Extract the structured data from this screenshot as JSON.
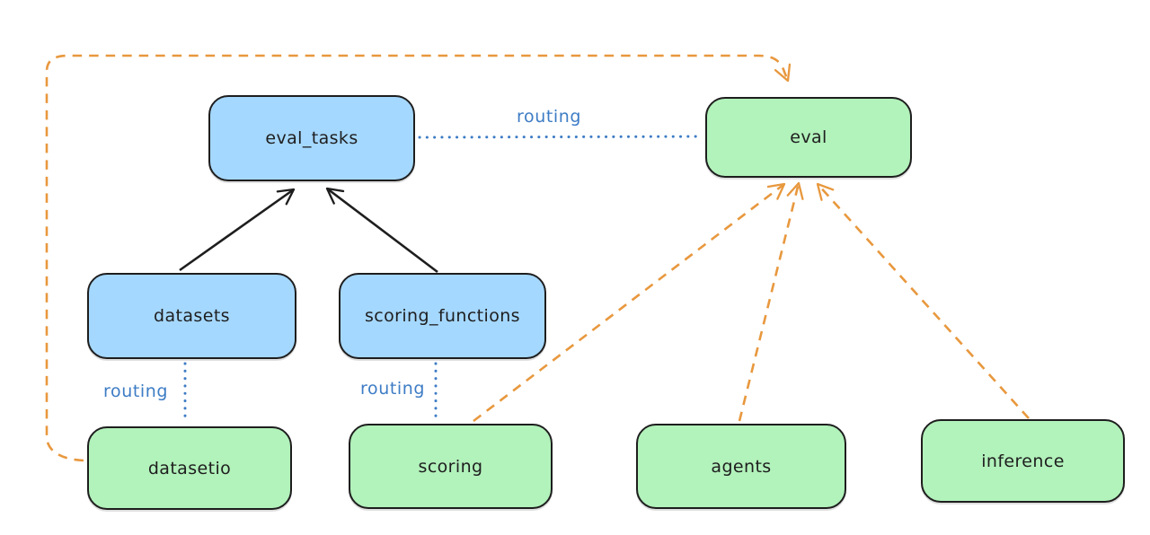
{
  "diagram": {
    "kind": "architecture-diagram",
    "nodes": [
      {
        "id": "eval_tasks",
        "label": "eval_tasks",
        "type": "resource"
      },
      {
        "id": "datasets",
        "label": "datasets",
        "type": "resource"
      },
      {
        "id": "scoring_functions",
        "label": "scoring_functions",
        "type": "resource"
      },
      {
        "id": "eval",
        "label": "eval",
        "type": "api"
      },
      {
        "id": "datasetio",
        "label": "datasetio",
        "type": "api"
      },
      {
        "id": "scoring",
        "label": "scoring",
        "type": "api"
      },
      {
        "id": "agents",
        "label": "agents",
        "type": "api"
      },
      {
        "id": "inference",
        "label": "inference",
        "type": "api"
      }
    ],
    "edge_labels": [
      {
        "id": "routing-eval_tasks-eval",
        "text": "routing"
      },
      {
        "id": "routing-datasets-datasetio",
        "text": "routing"
      },
      {
        "id": "routing-scoring_functions-scoring",
        "text": "routing"
      }
    ],
    "edges": [
      {
        "from": "datasets",
        "to": "eval_tasks",
        "style": "solid-black-arrow"
      },
      {
        "from": "scoring_functions",
        "to": "eval_tasks",
        "style": "solid-black-arrow"
      },
      {
        "from": "eval_tasks",
        "to": "eval",
        "style": "dotted-blue",
        "label": "routing"
      },
      {
        "from": "datasets",
        "to": "datasetio",
        "style": "dotted-blue",
        "label": "routing"
      },
      {
        "from": "scoring_functions",
        "to": "scoring",
        "style": "dotted-blue",
        "label": "routing"
      },
      {
        "from": "datasetio",
        "to": "eval",
        "style": "dashed-orange-arrow"
      },
      {
        "from": "scoring",
        "to": "eval",
        "style": "dashed-orange-arrow"
      },
      {
        "from": "agents",
        "to": "eval",
        "style": "dashed-orange-arrow"
      },
      {
        "from": "inference",
        "to": "eval",
        "style": "dashed-orange-arrow"
      }
    ],
    "colors": {
      "resource_fill": "#a5d8ff",
      "api_fill": "#b2f2bb",
      "stroke": "#1e1e1e",
      "routing_line": "#3d7cc5",
      "dependency_line": "#e8983e",
      "canvas_bg": "#ffffff"
    }
  }
}
